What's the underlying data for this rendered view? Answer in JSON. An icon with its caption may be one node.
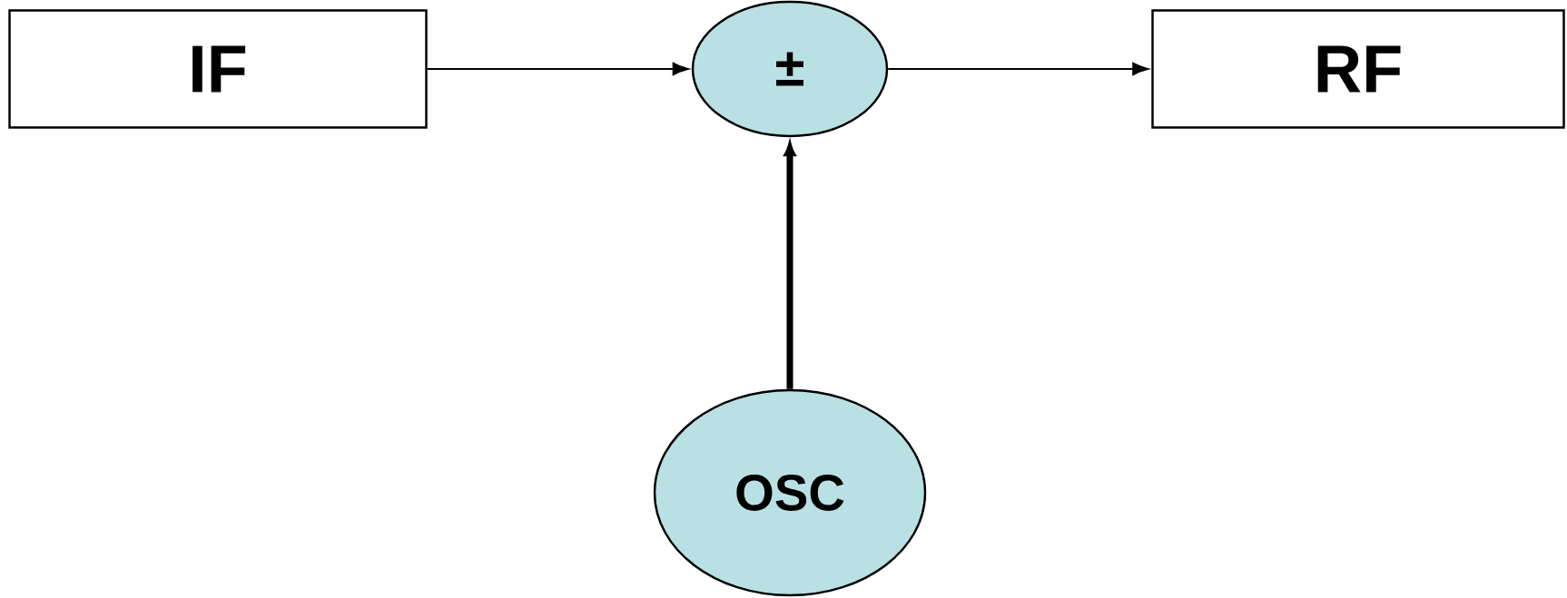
{
  "diagram": {
    "nodes": [
      {
        "text": [
          "IF"
        ]
      },
      {
        "text": [
          "±"
        ]
      },
      {
        "text": [
          "RF"
        ]
      },
      {
        "text": [
          "OSC"
        ]
      }
    ],
    "edges": [
      {
        "from": 0,
        "to": 1,
        "arrow": "to"
      },
      {
        "from": 1,
        "to": 2,
        "arrow": "to"
      },
      {
        "from": 3,
        "to": 1,
        "arrow": "to",
        "style": "thick"
      }
    ]
  }
}
